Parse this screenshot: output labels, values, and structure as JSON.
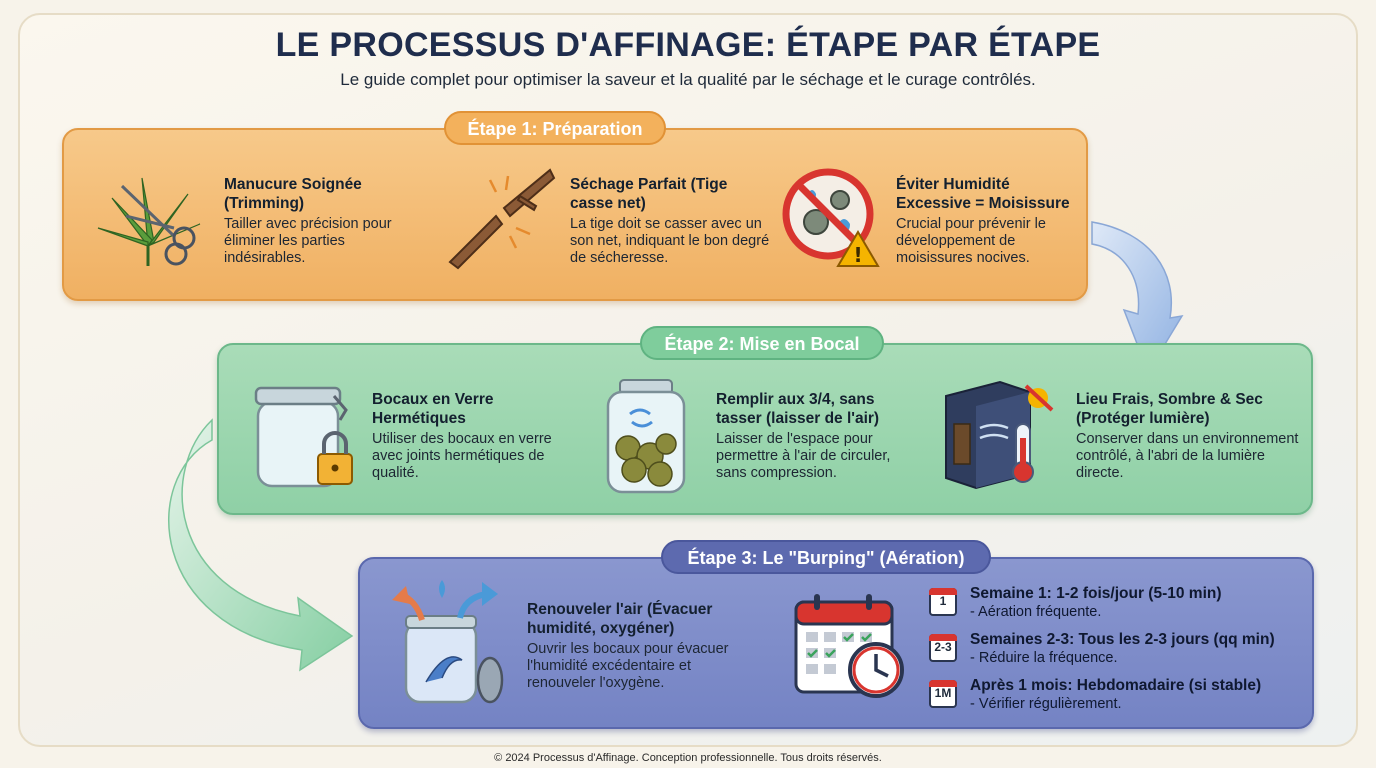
{
  "header": {
    "title": "LE PROCESSUS D'AFFINAGE: ÉTAPE PAR ÉTAPE",
    "subtitle": "Le guide complet pour optimiser la saveur et la qualité par le séchage et le curage contrôlés."
  },
  "stage1": {
    "label": "Étape 1: Préparation",
    "color": "#f0b062",
    "items": [
      {
        "icon": "leaf-scissors-icon",
        "title": "Manucure Soignée (Trimming)",
        "desc": "Tailler avec précision pour éliminer les parties indésirables."
      },
      {
        "icon": "broken-stem-icon",
        "title": "Séchage Parfait (Tige casse net)",
        "desc": "La tige doit se casser avec un son net, indiquant le bon degré de sécheresse."
      },
      {
        "icon": "no-mold-icon",
        "title": "Éviter Humidité Excessive = Moisissure",
        "desc": "Crucial pour prévenir le développement de moisissures nocives."
      }
    ]
  },
  "stage2": {
    "label": "Étape 2: Mise en Bocal",
    "color": "#8fd0a6",
    "items": [
      {
        "icon": "glass-jar-lock-icon",
        "title": "Bocaux en Verre Hermétiques",
        "desc": "Utiliser des bocaux en verre avec joints hermétiques de qualité."
      },
      {
        "icon": "filled-jar-icon",
        "title": "Remplir aux 3/4, sans tasser (laisser de l'air)",
        "desc": "Laisser de l'espace pour permettre à l'air de circuler, sans compression."
      },
      {
        "icon": "cool-dark-place-icon",
        "title": "Lieu Frais, Sombre & Sec (Protéger lumière)",
        "desc": "Conserver dans un environnement contrôlé, à l'abri de la lumière directe."
      }
    ]
  },
  "stage3": {
    "label": "Étape 3: Le \"Burping\" (Aération)",
    "color": "#7483c4",
    "item": {
      "icon": "open-jar-air-icon",
      "title": "Renouveler l'air (Évacuer humidité, oxygéner)",
      "desc": "Ouvrir les bocaux pour évacuer l'humidité excédentaire et renouveler l'oxygène."
    },
    "schedule_icon": "calendar-clock-icon",
    "schedule": [
      {
        "badge": "1",
        "title": "Semaine 1: 1-2 fois/jour (5-10 min)",
        "desc": "- Aération fréquente."
      },
      {
        "badge": "2-3",
        "title": "Semaines 2-3: Tous les 2-3 jours (qq min)",
        "desc": "- Réduire la fréquence."
      },
      {
        "badge": "1M",
        "title": "Après 1 mois: Hebdomadaire (si stable)",
        "desc": "- Vérifier régulièrement."
      }
    ]
  },
  "footer": "© 2024 Processus d'Affinage. Conception professionnelle. Tous droits réservés."
}
